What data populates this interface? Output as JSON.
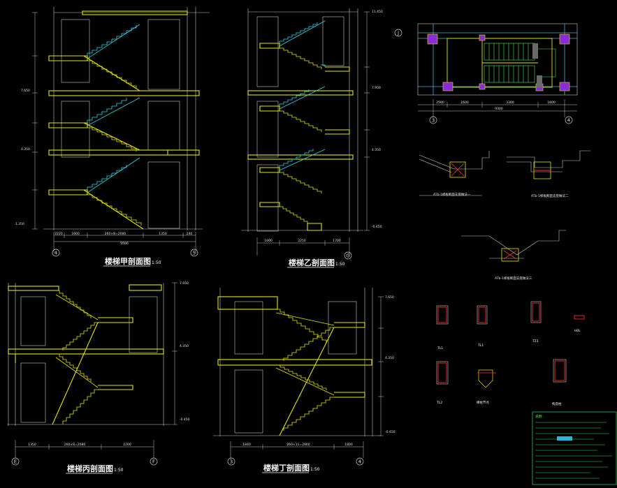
{
  "views": [
    {
      "key": "A",
      "title": "楼梯甲剖面图",
      "scale": "1:50",
      "axis_left": "4",
      "axis_right": "5",
      "dims": [
        "2220",
        "1600",
        "260×8=2080",
        "1350",
        "240"
      ],
      "total": "5500",
      "levels": [
        "7.650",
        "4.350",
        "1.350"
      ]
    },
    {
      "key": "B",
      "title": "楼梯乙剖面图",
      "scale": "1:50",
      "axis_left": "",
      "axis_right": "G",
      "dims": [
        "1600",
        "2250",
        "1700"
      ],
      "total": "",
      "levels": [
        "11.450",
        "7.950",
        "4.350",
        "-0.450"
      ]
    },
    {
      "key": "C",
      "title": "楼梯丙剖面图",
      "scale": "1:50",
      "axis_left": "E",
      "axis_right": "F",
      "dims": [
        "1350",
        "260×8=2080",
        "2200"
      ],
      "total": "",
      "levels": [
        "7.650",
        "4.350",
        "-0.450"
      ]
    },
    {
      "key": "D",
      "title": "楼梯丁剖面图",
      "scale": "1:50",
      "axis_left": "3",
      "axis_right": "4",
      "dims": [
        "1840",
        "260×11=2860",
        "1800"
      ],
      "total": "",
      "levels": [
        "7.650",
        "4.350",
        "-0.450"
      ]
    }
  ],
  "plan": {
    "axis_top": "J",
    "axis_left": "3",
    "axis_right": "4",
    "dims": [
      "2500",
      "1600",
      "3300",
      "1600"
    ],
    "total": "9300"
  },
  "details": [
    {
      "key": "d1",
      "title": "ATb-1梯板断面支座做法一"
    },
    {
      "key": "d2",
      "title": "ATb-1梯板断面支座做法二"
    },
    {
      "key": "d3",
      "title": "ATb-1梯板断面支座做法三"
    }
  ],
  "sections": [
    {
      "key": "TL1",
      "title": "TL1"
    },
    {
      "key": "TL2",
      "title": "TL1"
    },
    {
      "key": "TZ1",
      "title": "TZ1"
    },
    {
      "key": "HL",
      "title": "H0L"
    },
    {
      "key": "TL3",
      "title": "TL2"
    },
    {
      "key": "ZH",
      "title": "梯柱节点"
    },
    {
      "key": "GZ",
      "title": "构造柱"
    }
  ],
  "notes_title": "说明："
}
